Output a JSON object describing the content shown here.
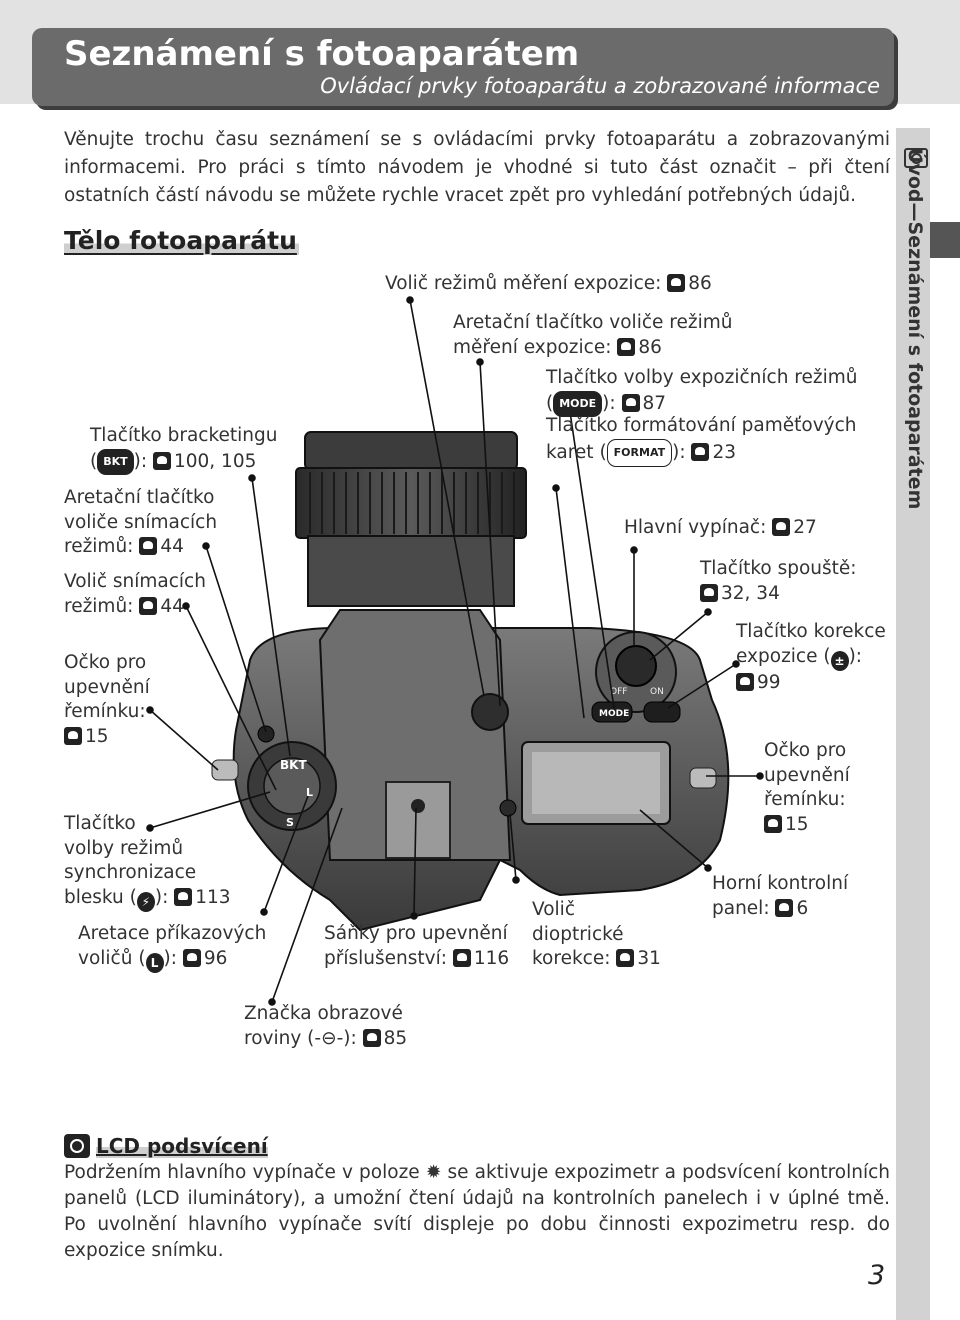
{
  "header": {
    "title": "Seznámení s fotoaparátem",
    "subtitle": "Ovládací prvky fotoaparátu a zobrazované informace"
  },
  "intro": "Věnujte trochu času seznámení se s ovládacími prvky fotoaparátu a zobrazovanými informacemi. Pro práci s tímto návodem je vhodné si tuto část označit – při čtení ostatních částí návodu se můžete rychle vracet zpět pro vyhledání potřebných údajů.",
  "section_title": "Tělo fotoaparátu",
  "side_tab": "Úvod—Seznámení s fotoaparátem",
  "labels": {
    "bracketing": {
      "l1": "Tlačítko bracketingu",
      "pre": "(",
      "icon": "BKT",
      "post": "):",
      "page": "100, 105"
    },
    "release_lock": {
      "l1": "Aretační tlačítko",
      "l2": "voliče snímacích",
      "l3": "režimů:",
      "page": "44"
    },
    "release_mode": {
      "l1": "Volič snímacích",
      "l2": "režimů:",
      "page": "44"
    },
    "strap_left": {
      "l1": "Očko pro",
      "l2": "upevnění",
      "l3": "řemínku:",
      "page": "15"
    },
    "flash_sync": {
      "l1": "Tlačítko",
      "l2": "volby režimů",
      "l3": "synchronizace",
      "l4a": "blesku (",
      "icon": "⚡",
      "l4b": "):",
      "page": "113"
    },
    "command_lock": {
      "l1": "Aretace příkazových",
      "l2a": "voličů (",
      "icon": "L",
      "l2b": "):",
      "page": "96"
    },
    "focal_plane": {
      "l1": "Značka obrazové",
      "l2a": "roviny (",
      "icon": "-⊖-",
      "l2b": "):",
      "page": "85"
    },
    "metering_dial": {
      "l1": "Volič režimů měření expozice:",
      "page": "86"
    },
    "metering_lock": {
      "l1": "Aretační tlačítko voliče režimů",
      "l2": "měření expozice:",
      "page": "86"
    },
    "mode_button": {
      "l1": "Tlačítko volby expozičních režimů",
      "pre": "(",
      "icon": "MODE",
      "post": "):",
      "page": "87"
    },
    "format_button": {
      "l1": "Tlačítko formátování paměťových",
      "l2a": "karet (",
      "icon": "FORMAT",
      "l2b": "):",
      "page": "23"
    },
    "power_switch": {
      "l1": "Hlavní vypínač:",
      "page": "27"
    },
    "shutter": {
      "l1": "Tlačítko spouště:",
      "page": "32, 34"
    },
    "exp_comp": {
      "l1": "Tlačítko korekce",
      "l2a": "expozice (",
      "icon": "±",
      "l2b": "):",
      "page": "99"
    },
    "strap_right": {
      "l1": "Očko pro",
      "l2": "upevnění",
      "l3": "řemínku:",
      "page": "15"
    },
    "top_panel": {
      "l1": "Horní kontrolní",
      "l2": "panel:",
      "page": "6"
    },
    "hot_shoe": {
      "l1": "Sáňky pro upevnění",
      "l2": "příslušenství:",
      "page": "116"
    },
    "diopter": {
      "l1": "Volič",
      "l2": "dioptrické",
      "l3": "korekce:",
      "page": "31"
    }
  },
  "camera_marks": {
    "bkt": "BKT",
    "s": "S",
    "l": "L",
    "mode": "MODE",
    "off": "OFF",
    "on": "ON"
  },
  "tip": {
    "title": "LCD podsvícení",
    "body_a": "Podržením hlavního vypínače v poloze",
    "body_icon": "✹",
    "body_b": "se aktivuje expozimetr a podsvícení kontrolních panelů (LCD iluminátory), a umožní čtení údajů na kontrolních panelech i v úplné tmě. Po uvolnění hlavního vypínače svítí displeje po dobu činnosti expozimetru resp. do expozice snímku."
  },
  "page_number": "3"
}
